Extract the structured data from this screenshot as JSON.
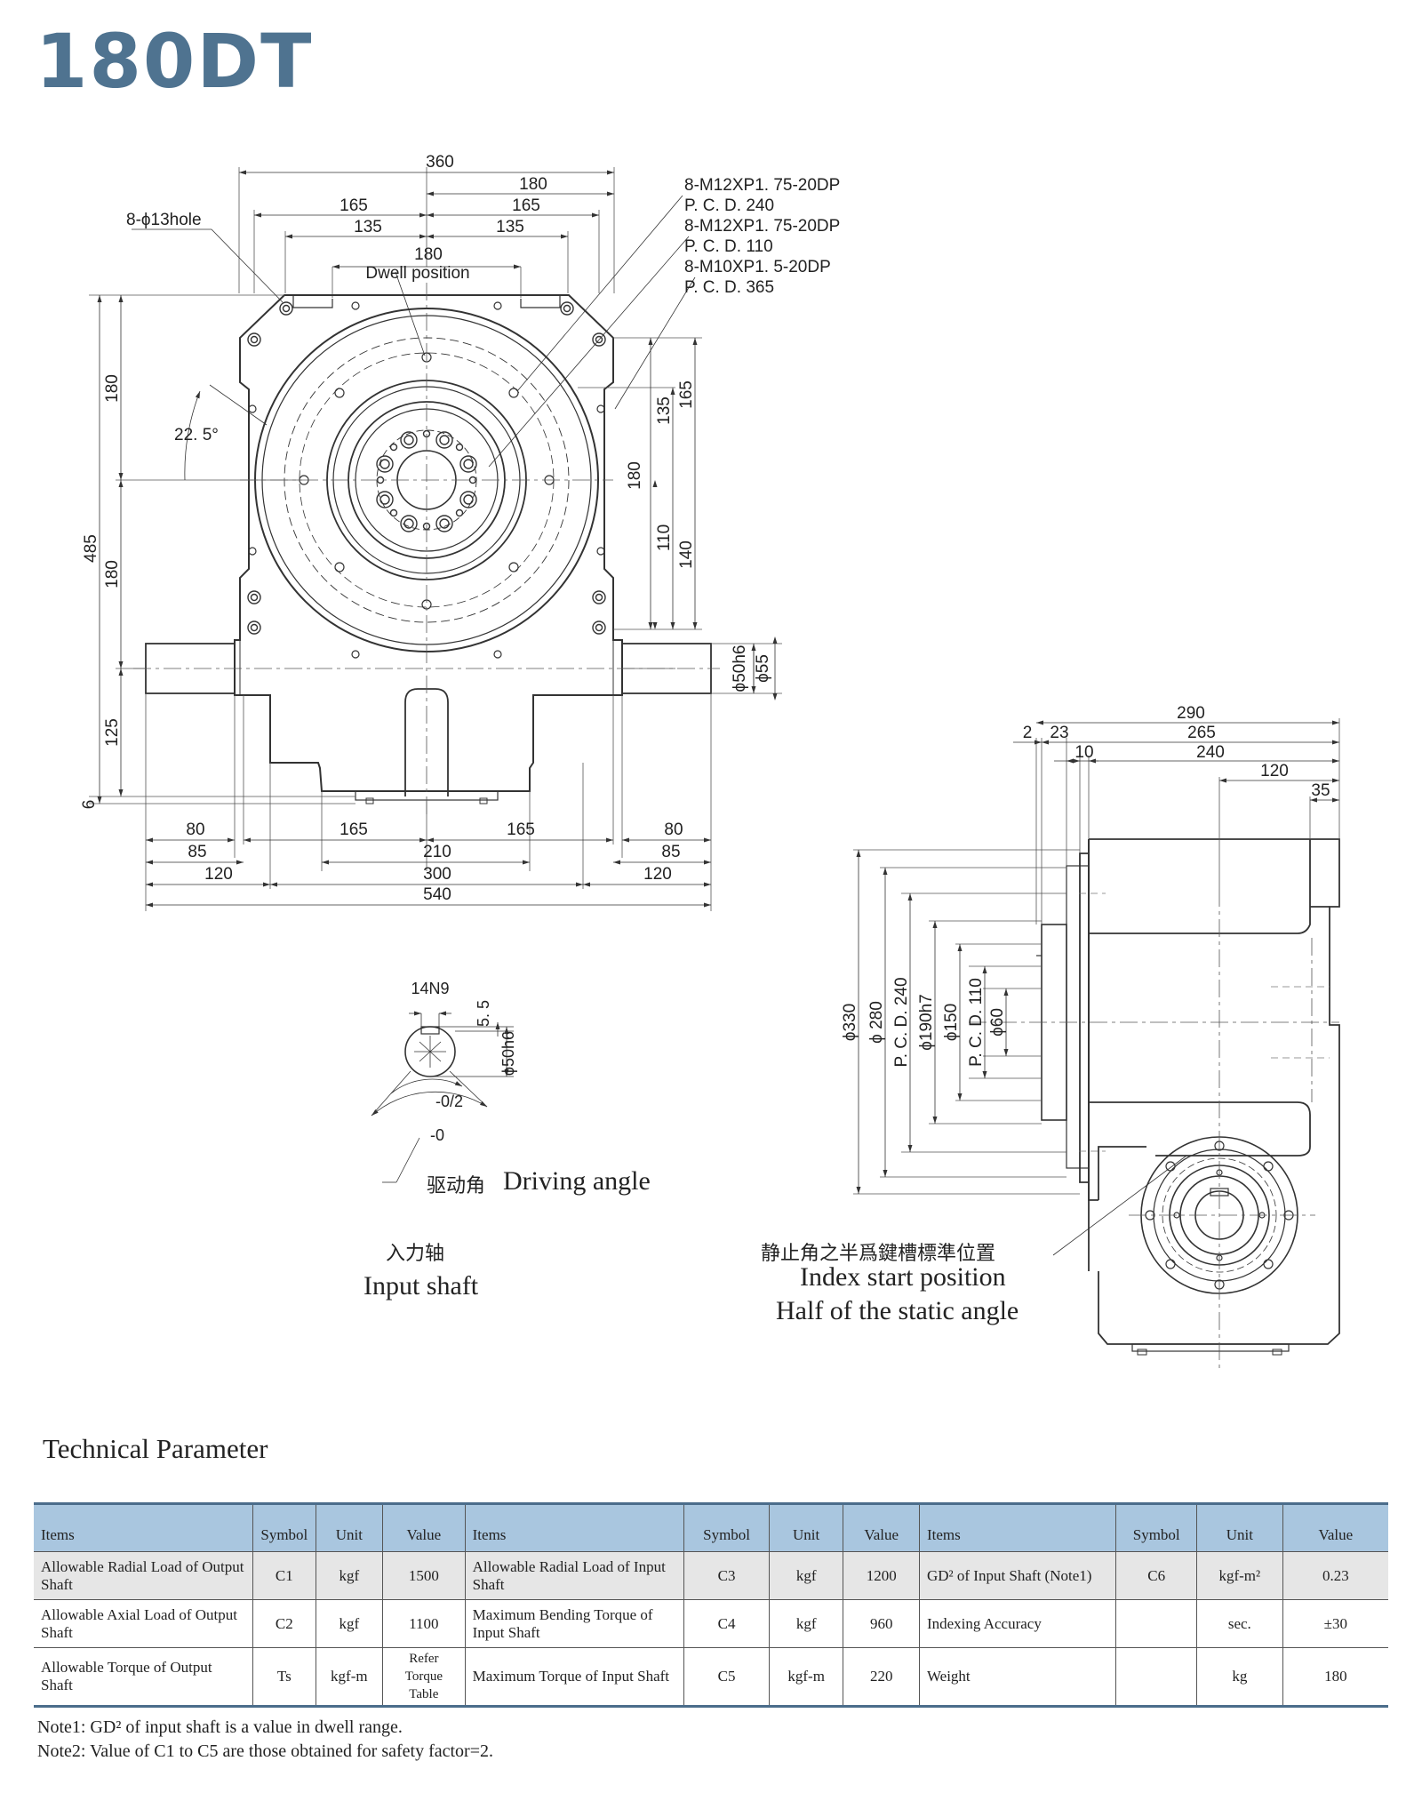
{
  "model": "180DT",
  "front_view": {
    "top_dims": [
      "360",
      "180",
      "165",
      "165",
      "135",
      "135",
      "180"
    ],
    "dwell_position": "Dwell position",
    "hole_label": "8-ϕ13hole",
    "callouts": [
      "8-M12XP1. 75-20DP",
      "P. C. D. 240",
      "8-M12XP1. 75-20DP",
      "P. C. D. 110",
      "8-M10XP1. 5-20DP",
      "P. C. D. 365"
    ],
    "angle": "22. 5°",
    "left_dims": [
      "485",
      "180",
      "180",
      "125",
      "6"
    ],
    "right_dims": [
      "165",
      "135",
      "180",
      "110",
      "140"
    ],
    "shaft_dims": [
      "ϕ50h6",
      "ϕ55"
    ],
    "bottom_dims": [
      "80",
      "165",
      "165",
      "80",
      "85",
      "210",
      "85",
      "120",
      "300",
      "120",
      "540"
    ]
  },
  "side_view": {
    "top_dims": [
      "290",
      "2",
      "23",
      "265",
      "10",
      "240",
      "120",
      "35"
    ],
    "diam_dims": [
      "ϕ330",
      "ϕ 280",
      "P. C. D. 240",
      "ϕ190h7",
      "ϕ150",
      "P. C. D. 110",
      "ϕ60"
    ]
  },
  "input_shaft": {
    "key": "14N9",
    "dim_55": "5. 5",
    "dim_shaft": "ϕ50h6",
    "tol1": "-0/2",
    "tol2": "-0",
    "driving_cn": "驱动角",
    "driving_en": "Driving angle",
    "caption_cn": "入力轴",
    "caption_en": "Input shaft"
  },
  "index_caption": {
    "cn": "静止角之半爲鍵槽標準位置",
    "en1": "Index start position",
    "en2": "Half of the static angle"
  },
  "table": {
    "title": "Technical Parameter",
    "headers": [
      "Items",
      "Symbol",
      "Unit",
      "Value",
      "Items",
      "Symbol",
      "Unit",
      "Value",
      "Items",
      "Symbol",
      "Unit",
      "Value"
    ],
    "rows": [
      [
        "Allowable Radial Load of Output Shaft",
        "C1",
        "kgf",
        "1500",
        "Allowable Radial Load of Input Shaft",
        "C3",
        "kgf",
        "1200",
        "GD² of Input Shaft (Note1)",
        "C6",
        "kgf-m²",
        "0.23"
      ],
      [
        "Allowable Axial Load of Output Shaft",
        "C2",
        "kgf",
        "1100",
        "Maximum Bending Torque of Input Shaft",
        "C4",
        "kgf",
        "960",
        "Indexing Accuracy",
        "",
        "sec.",
        "±30"
      ],
      [
        "Allowable Torque of Output Shaft",
        "Ts",
        "kgf-m",
        "Refer Torque Table",
        "Maximum Torque of Input Shaft",
        "C5",
        "kgf-m",
        "220",
        "Weight",
        "",
        "kg",
        "180"
      ]
    ]
  },
  "notes": [
    "Note1: GD² of input shaft is a value in dwell range.",
    "Note2: Value of  C1 to C5 are those obtained for safety factor=2."
  ],
  "colors": {
    "title": "#4f7390",
    "table_header": "#a9c6df",
    "table_rule": "#4b6d8b",
    "row_shade": "#e6e6e6"
  }
}
